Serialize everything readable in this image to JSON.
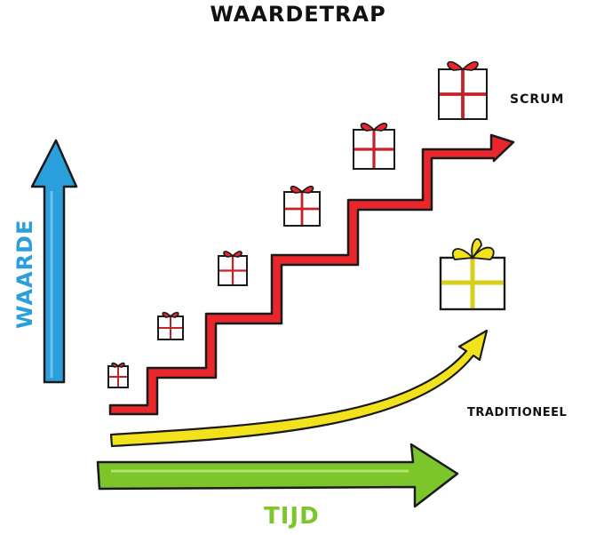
{
  "title": "WAARDETRAP",
  "axes": {
    "y_label": "WAARDE",
    "x_label": "TIJD"
  },
  "series": {
    "scrum": {
      "label": "SCRUM",
      "color": "#e8262c"
    },
    "traditional": {
      "label": "TRADITIONEEL",
      "color": "#f1e21c"
    }
  },
  "colors": {
    "value_arrow": "#2a9fdc",
    "time_arrow": "#7cc52b",
    "gift_ribbon_red": "#c8202a",
    "gift_ribbon_yellow": "#d8cf1a"
  },
  "icons": {
    "gift": "gift-icon"
  }
}
